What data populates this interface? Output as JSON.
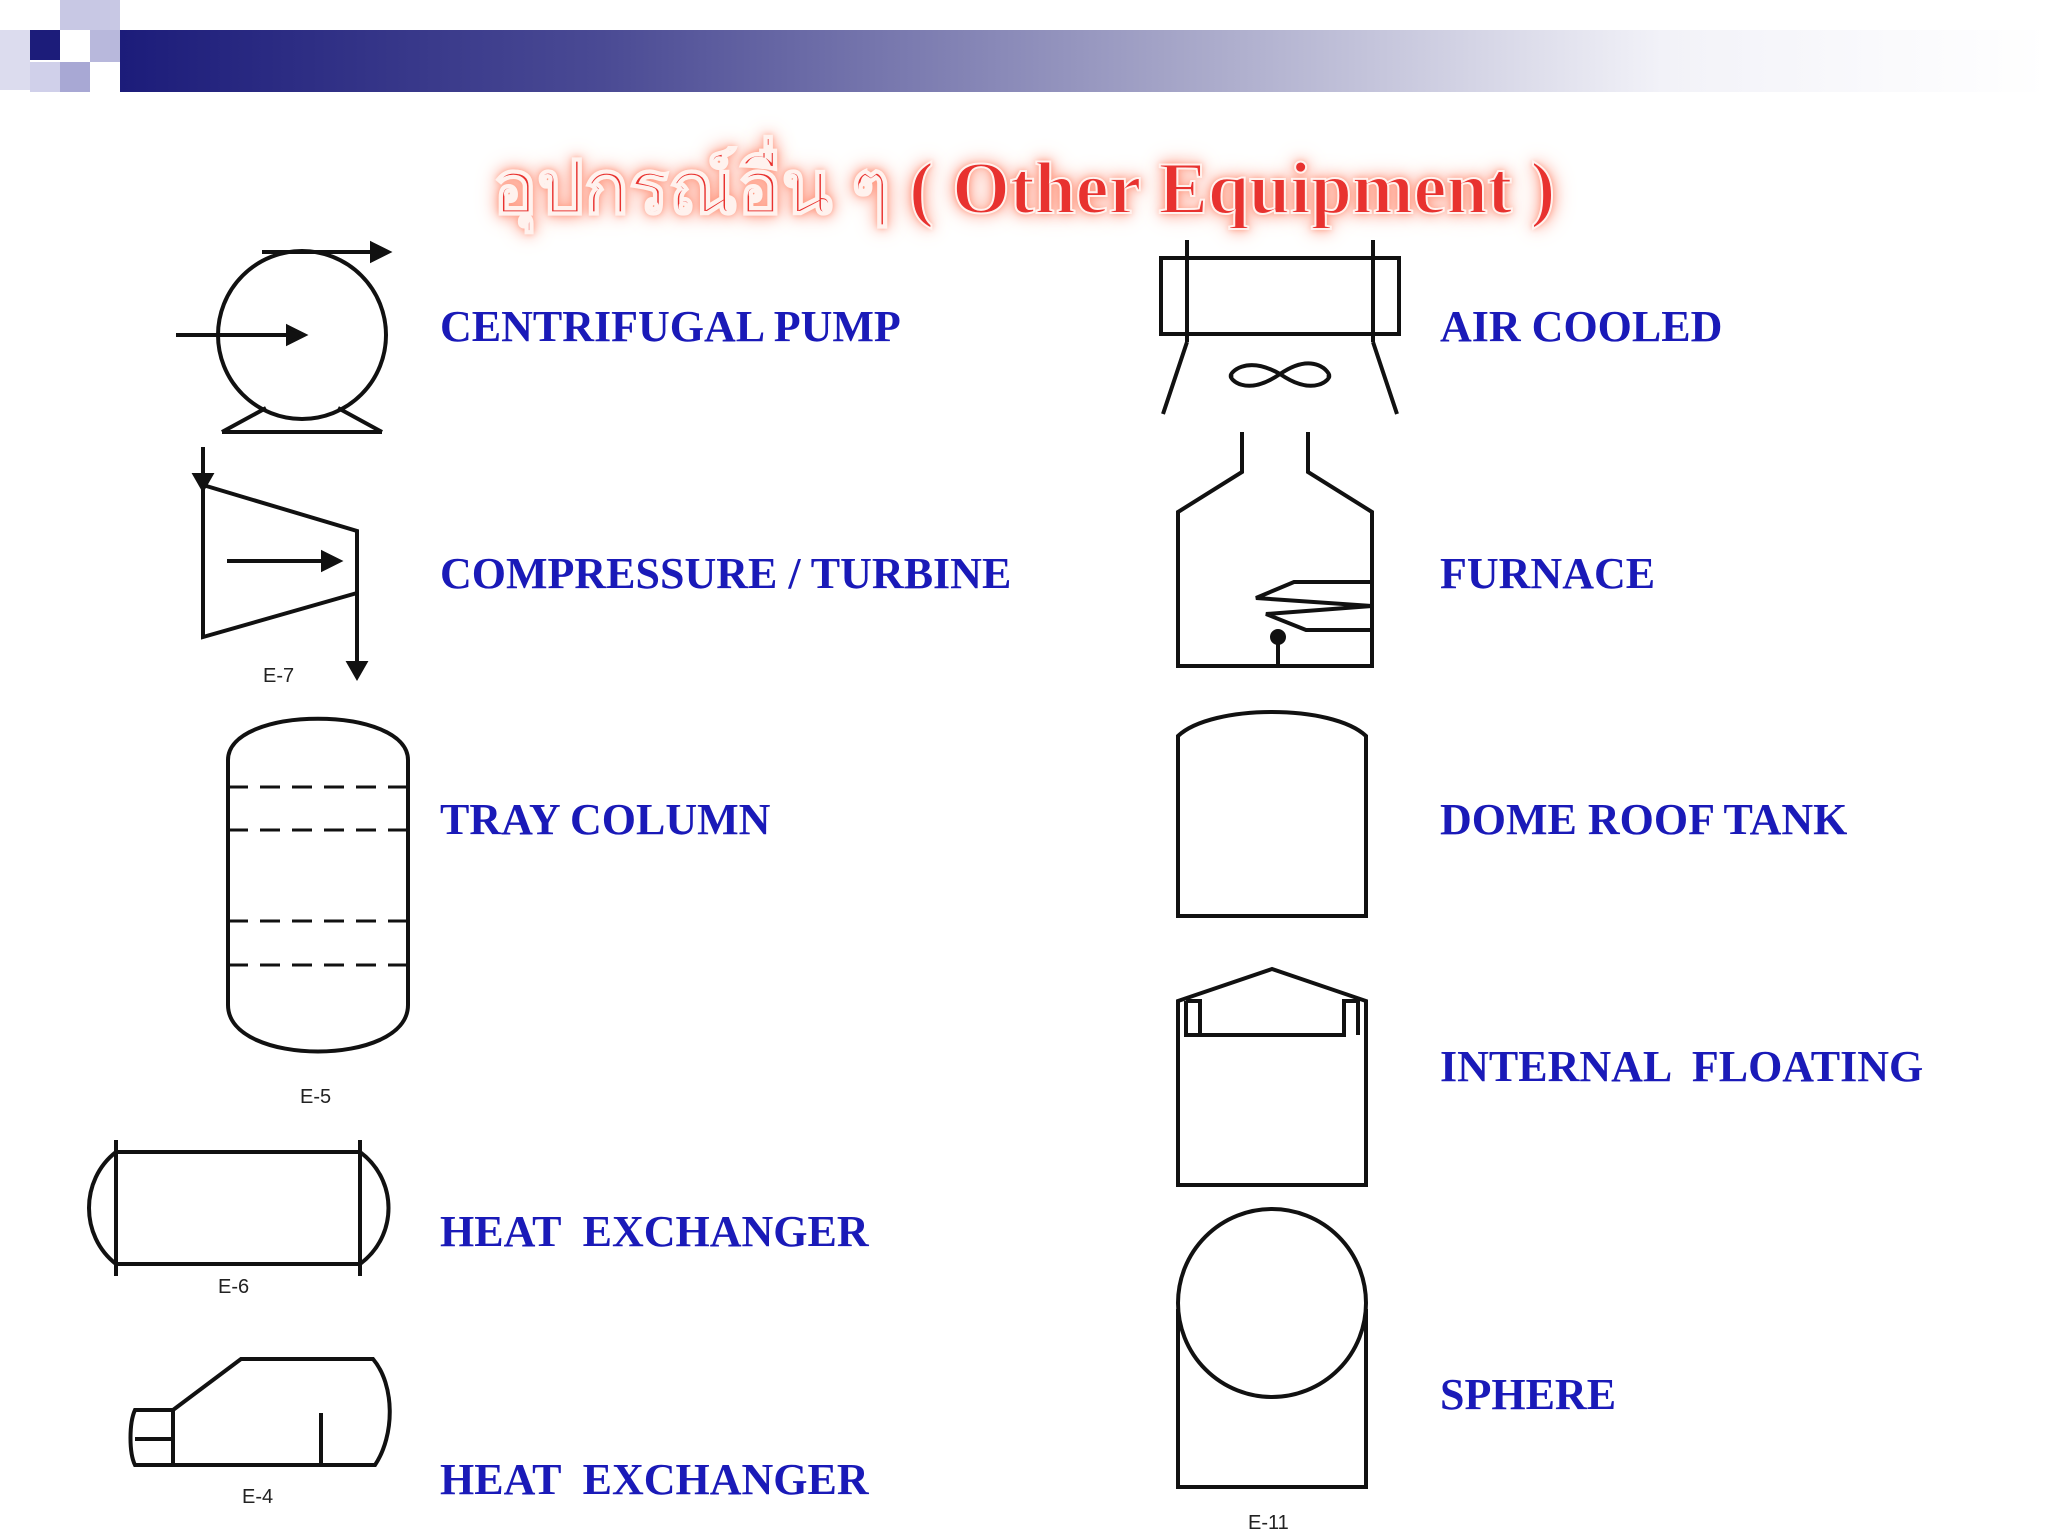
{
  "title": "อุปกรณ์อื่น ๆ ( Other Equipment )",
  "colors": {
    "title": "#e8322f",
    "label": "#1a1ab8",
    "banner_dark": "#1c1c7a"
  },
  "left": [
    {
      "label": "CENTRIFUGAL PUMP",
      "icon": "centrifugal-pump-icon",
      "tag": ""
    },
    {
      "label": "COMPRESSURE / TURBINE",
      "icon": "compressor-turbine-icon",
      "tag": "E-7"
    },
    {
      "label": "TRAY COLUMN",
      "icon": "tray-column-icon",
      "tag": "E-5"
    },
    {
      "label": "HEAT  EXCHANGER",
      "icon": "heat-exchanger-icon",
      "tag": "E-6"
    },
    {
      "label": "HEAT  EXCHANGER",
      "icon": "heat-exchanger-2-icon",
      "tag": "E-4"
    }
  ],
  "right": [
    {
      "label": "AIR COOLED",
      "icon": "air-cooled-icon",
      "tag": ""
    },
    {
      "label": "FURNACE",
      "icon": "furnace-icon",
      "tag": ""
    },
    {
      "label": "DOME ROOF TANK",
      "icon": "dome-roof-tank-icon",
      "tag": ""
    },
    {
      "label": "INTERNAL  FLOATING",
      "icon": "internal-floating-tank-icon",
      "tag": ""
    },
    {
      "label": "SPHERE",
      "icon": "sphere-icon",
      "tag": "E-11"
    }
  ]
}
